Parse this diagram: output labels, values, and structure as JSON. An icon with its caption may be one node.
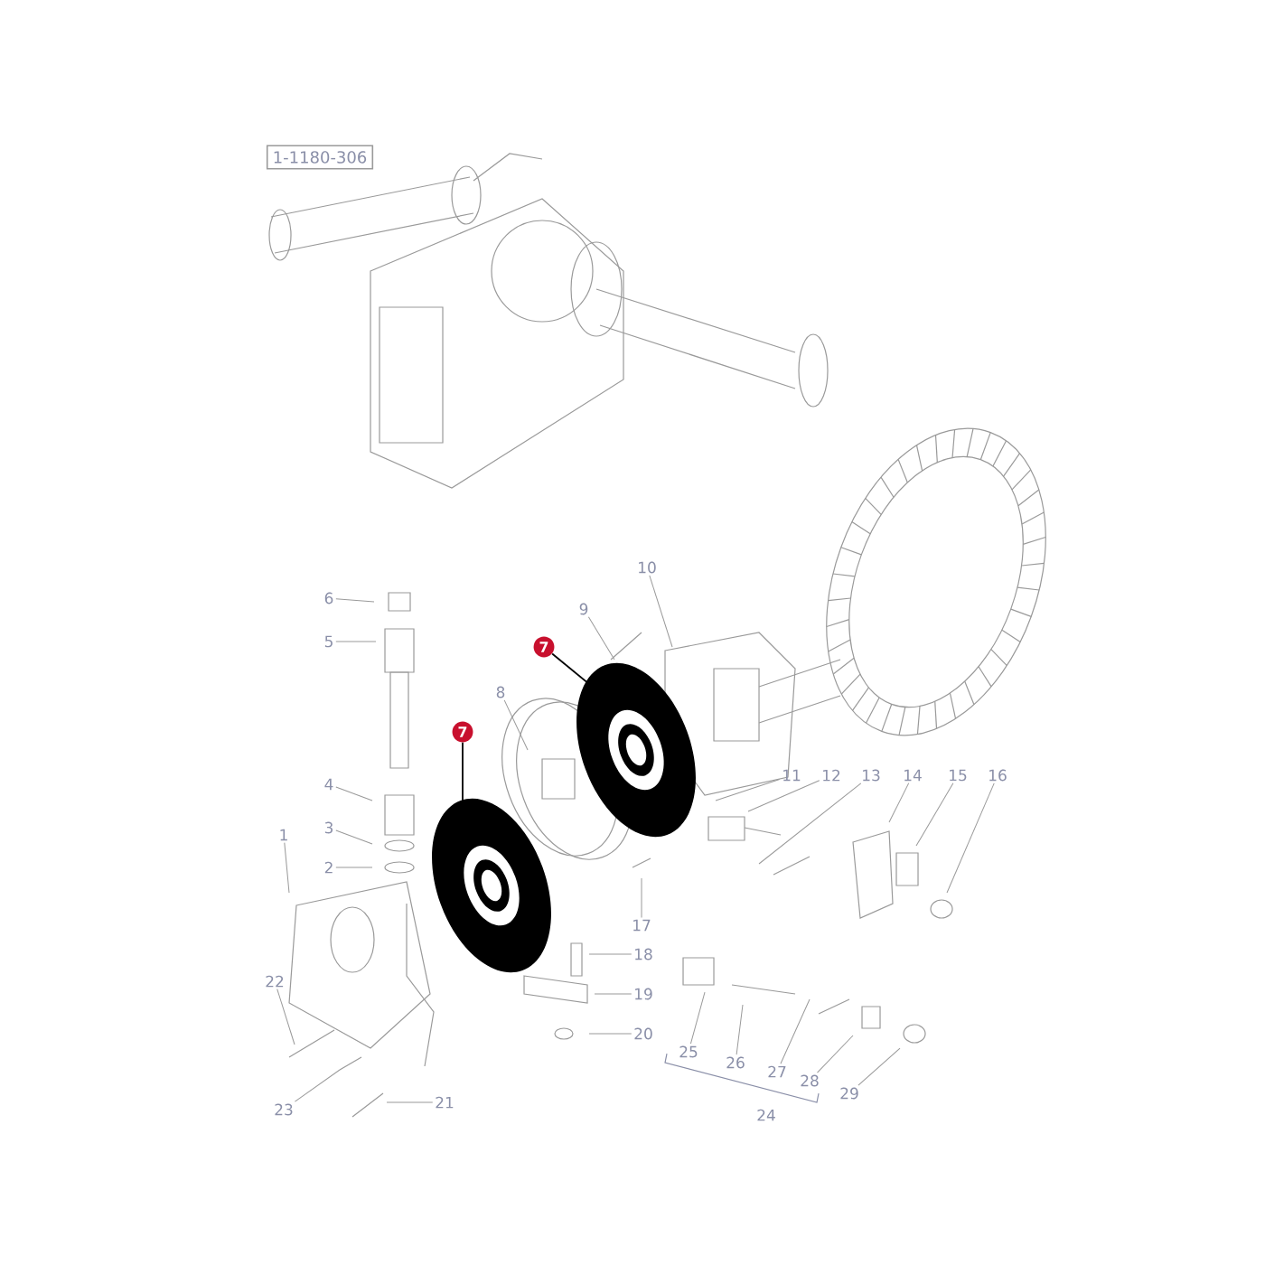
{
  "diagram": {
    "nodes": [
      {
        "text": [
          "1"
        ]
      },
      {
        "text": [
          "2"
        ]
      },
      {
        "text": [
          "3"
        ]
      },
      {
        "text": [
          "4"
        ]
      },
      {
        "text": [
          "5"
        ]
      },
      {
        "text": [
          "6"
        ]
      },
      {
        "text": [
          "7"
        ]
      },
      {
        "text": [
          "7"
        ]
      },
      {
        "text": [
          "8"
        ]
      },
      {
        "text": [
          "9"
        ]
      },
      {
        "text": [
          "10"
        ]
      },
      {
        "text": [
          "11"
        ]
      },
      {
        "text": [
          "12"
        ]
      },
      {
        "text": [
          "13"
        ]
      },
      {
        "text": [
          "14"
        ]
      },
      {
        "text": [
          "15"
        ]
      },
      {
        "text": [
          "16"
        ]
      },
      {
        "text": [
          "17"
        ]
      },
      {
        "text": [
          "18"
        ]
      },
      {
        "text": [
          "19"
        ]
      },
      {
        "text": [
          "20"
        ]
      },
      {
        "text": [
          "21"
        ]
      },
      {
        "text": [
          "22"
        ]
      },
      {
        "text": [
          "23"
        ]
      },
      {
        "text": [
          "24"
        ]
      },
      {
        "text": [
          "25"
        ]
      },
      {
        "text": [
          "26"
        ]
      },
      {
        "text": [
          "27"
        ]
      },
      {
        "text": [
          "28"
        ]
      },
      {
        "text": [
          "29"
        ]
      }
    ],
    "edges": [
      {
        "from": 0,
        "to": null,
        "arrow": "none"
      },
      {
        "from": 1,
        "to": null,
        "arrow": "none"
      },
      {
        "from": 2,
        "to": null,
        "arrow": "none"
      },
      {
        "from": 3,
        "to": null,
        "arrow": "none"
      },
      {
        "from": 4,
        "to": null,
        "arrow": "none"
      },
      {
        "from": 5,
        "to": null,
        "arrow": "none"
      },
      {
        "from": 6,
        "to": null,
        "arrow": "none",
        "color": "#000000"
      },
      {
        "from": 7,
        "to": null,
        "arrow": "none",
        "color": "#000000"
      },
      {
        "from": 8,
        "to": null,
        "arrow": "none"
      },
      {
        "from": 9,
        "to": null,
        "arrow": "none"
      },
      {
        "from": 10,
        "to": null,
        "arrow": "none"
      },
      {
        "from": 11,
        "to": null,
        "arrow": "none"
      },
      {
        "from": 12,
        "to": null,
        "arrow": "none"
      },
      {
        "from": 13,
        "to": null,
        "arrow": "none"
      },
      {
        "from": 14,
        "to": null,
        "arrow": "none"
      },
      {
        "from": 15,
        "to": null,
        "arrow": "none"
      },
      {
        "from": 16,
        "to": null,
        "arrow": "none"
      },
      {
        "from": 17,
        "to": null,
        "arrow": "none"
      },
      {
        "from": 18,
        "to": null,
        "arrow": "none"
      },
      {
        "from": 19,
        "to": null,
        "arrow": "none"
      },
      {
        "from": 20,
        "to": null,
        "arrow": "none"
      },
      {
        "from": 21,
        "to": null,
        "arrow": "none"
      },
      {
        "from": 22,
        "to": null,
        "arrow": "none"
      },
      {
        "from": 23,
        "to": null,
        "arrow": "none"
      },
      {
        "from": 25,
        "to": null,
        "arrow": "none"
      },
      {
        "from": 26,
        "to": null,
        "arrow": "none"
      },
      {
        "from": 27,
        "to": null,
        "arrow": "none"
      },
      {
        "from": 28,
        "to": null,
        "arrow": "none"
      },
      {
        "from": 29,
        "to": null,
        "arrow": "none"
      }
    ],
    "labels": [
      "1-1180-306"
    ]
  }
}
